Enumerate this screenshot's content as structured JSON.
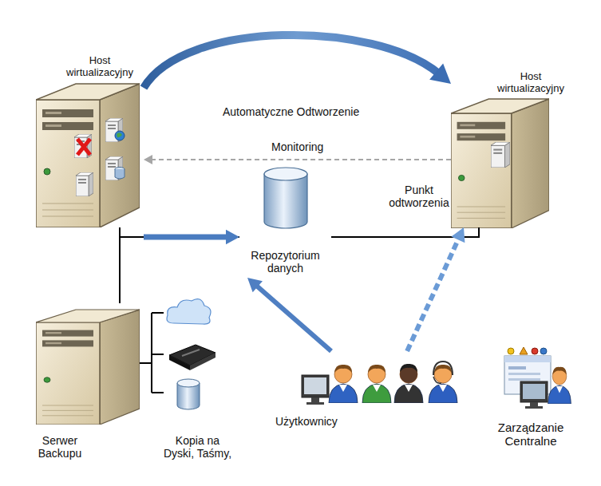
{
  "diagram": {
    "nodes": [
      {
        "text": [
          "Host wirtualizacyjny"
        ]
      },
      {
        "text": [
          "Host wirtualizacyjny"
        ]
      },
      {
        "text": [
          "Repozytorium danych"
        ]
      },
      {
        "text": [
          "Serwer Backupu"
        ]
      },
      {
        "text": [
          "Kopia na Dyski, Taśmy,"
        ]
      },
      {
        "text": [
          "Użytkownicy"
        ]
      },
      {
        "text": [
          "Zarządzanie Centralne"
        ]
      }
    ],
    "edges": [
      {
        "from": 0,
        "to": 1,
        "arrow": "to",
        "label": "Automatyczne Odtworzenie"
      },
      {
        "from": 1,
        "to": 0,
        "arrow": "to",
        "label": "Monitoring"
      },
      {
        "from": 0,
        "to": 2,
        "arrow": "to"
      },
      {
        "from": 2,
        "to": 1,
        "arrow": "none"
      },
      {
        "from": 0,
        "to": 3,
        "arrow": "none"
      },
      {
        "from": 3,
        "to": 4,
        "arrow": "none"
      },
      {
        "from": 5,
        "to": 2,
        "arrow": "to"
      },
      {
        "from": 5,
        "to": 1,
        "arrow": "to"
      }
    ],
    "labels": [
      "Punkt odtworzenia"
    ]
  }
}
